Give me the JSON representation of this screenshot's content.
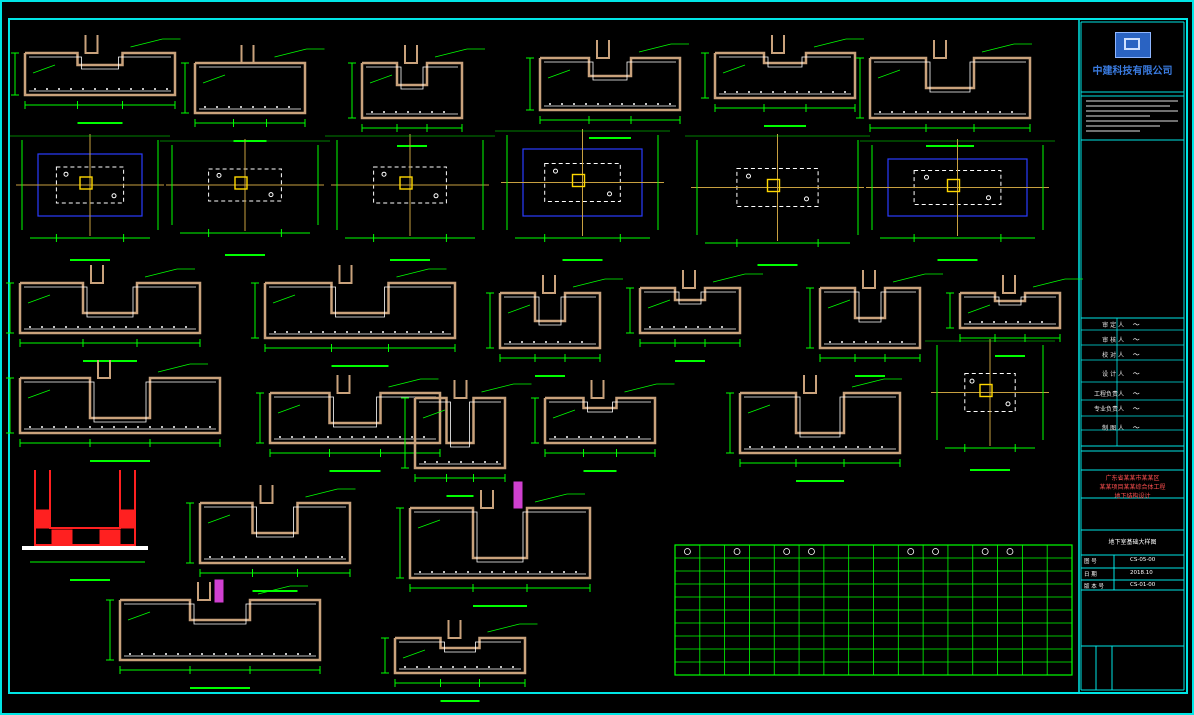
{
  "title_block": {
    "company": "中建科技有限公司",
    "roles": [
      {
        "role": "审 定 人",
        "signature": "～"
      },
      {
        "role": "审 核 人",
        "signature": "～"
      },
      {
        "role": "校 对 人",
        "signature": "～"
      },
      {
        "role": "设 计 人",
        "signature": "～"
      },
      {
        "role": "工程负责人",
        "signature": "～"
      },
      {
        "role": "专业负责人",
        "signature": "～"
      },
      {
        "role": "制 图 人",
        "signature": "～"
      }
    ],
    "project_lines": [
      "广东省某某市某某区",
      "某某项目某某综合体工程",
      "地下结构设计"
    ],
    "drawing_title": "地下室基础大样图",
    "meta": [
      {
        "key": "图 号",
        "value": "CS-05-00"
      },
      {
        "key": "日 期",
        "value": "2018.10"
      },
      {
        "key": "版 本 号",
        "value": "CS-01-00"
      }
    ]
  },
  "colors": {
    "frame": "#00e5e5",
    "dimension": "#00ff00",
    "concrete": "#c9a27c",
    "rebar": "#ffffff",
    "gridline": "#c8a040",
    "pit_outline": "#2a3cff",
    "section_red": "#ff2020",
    "steel_magenta": "#d040d0",
    "label": "#ffffff",
    "title_blue": "#3a7be0"
  },
  "detail_table": {
    "rows": 10,
    "columns": 16
  }
}
